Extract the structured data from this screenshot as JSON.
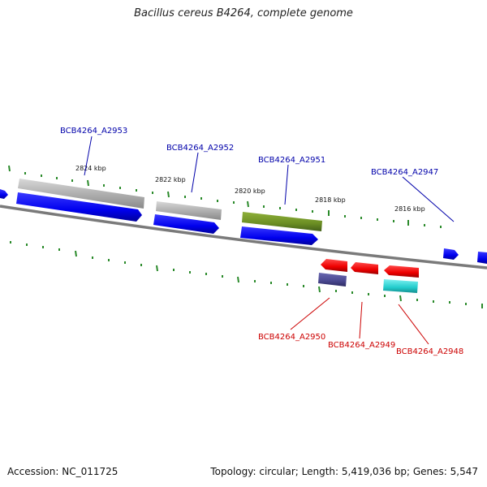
{
  "title": "Bacillus cereus B4264, complete genome",
  "footer": {
    "accession": "Accession: NC_011725",
    "stats": "Topology: circular; Length: 5,419,036 bp; Genes: 5,547"
  },
  "ticks": [
    "2824 kbp",
    "2822 kbp",
    "2820 kbp",
    "2818 kbp",
    "2816 kbp"
  ],
  "genes_top": [
    "BCB4264_A2953",
    "BCB4264_A2952",
    "BCB4264_A2951",
    "BCB4264_A2947"
  ],
  "genes_bottom": [
    "BCB4264_A2950",
    "BCB4264_A2949",
    "BCB4264_A2948"
  ],
  "colors": {
    "forward_label": "#0000aa",
    "reverse_label": "#cc0000",
    "cds_forward": "#0000ee",
    "cds_reverse": "#ee0000",
    "gene_grey": "#b8b8b8",
    "gene_olive": "#6b8e23",
    "gene_cyan": "#22cccc",
    "gene_navy": "#4a4890",
    "tick_green": "#2a8a2a",
    "backbone": "#808080"
  }
}
